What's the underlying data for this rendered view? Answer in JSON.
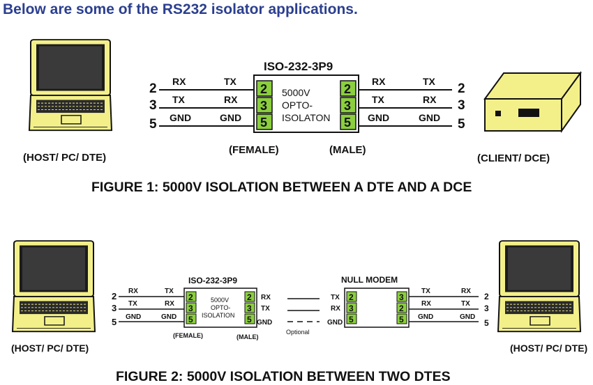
{
  "heading": "Below are some of the RS232 isolator applications.",
  "colors": {
    "heading": "#2b3f8f",
    "device_fill": "#f3f08a",
    "pin_box": "#8bcf3e",
    "outline": "#111111"
  },
  "figure1": {
    "caption": "FIGURE 1: 5000V ISOLATION BETWEEN A DTE AND A DCE",
    "isolator_title": "ISO-232-3P9",
    "isolator_body": [
      "5000V",
      "OPTO-",
      "ISOLATON"
    ],
    "left_pins": [
      "2",
      "3",
      "5"
    ],
    "left_labels_a": [
      "RX",
      "TX",
      "GND"
    ],
    "left_labels_b": [
      "TX",
      "RX",
      "GND"
    ],
    "iso_left_pins": [
      "2",
      "3",
      "5"
    ],
    "iso_right_pins": [
      "2",
      "3",
      "5"
    ],
    "right_labels_a": [
      "RX",
      "TX",
      "GND"
    ],
    "right_labels_b": [
      "TX",
      "RX",
      "GND"
    ],
    "right_pins": [
      "2",
      "3",
      "5"
    ],
    "female": "(FEMALE)",
    "male": "(MALE)",
    "host_label": "(HOST/ PC/ DTE)",
    "client_label": "(CLIENT/ DCE)"
  },
  "figure2": {
    "caption": "FIGURE 2: 5000V ISOLATION BETWEEN TWO DTES",
    "isolator_title": "ISO-232-3P9",
    "isolator_body": [
      "5000V",
      "OPTO-",
      "ISOLATION"
    ],
    "null_modem_title": "NULL MODEM",
    "left_pins": [
      "2",
      "3",
      "5"
    ],
    "left_labels_a": [
      "RX",
      "TX",
      "GND"
    ],
    "left_labels_b": [
      "TX",
      "RX",
      "GND"
    ],
    "iso_left_pins": [
      "2",
      "3",
      "5"
    ],
    "iso_right_pins": [
      "2",
      "3",
      "5"
    ],
    "iso_out_labels": [
      "RX",
      "TX",
      "GND"
    ],
    "nm_in_labels": [
      "TX",
      "RX",
      "GND"
    ],
    "nm_left_pins": [
      "2",
      "3",
      "5"
    ],
    "nm_right_pins": [
      "3",
      "2",
      "5"
    ],
    "right_labels_a": [
      "TX",
      "RX",
      "GND"
    ],
    "right_labels_b": [
      "RX",
      "TX",
      "GND"
    ],
    "right_pins": [
      "2",
      "3",
      "5"
    ],
    "female": "(FEMALE)",
    "male": "(MALE)",
    "optional": "Optional",
    "host_left_label": "(HOST/ PC/ DTE)",
    "host_right_label": "(HOST/ PC/ DTE)"
  }
}
